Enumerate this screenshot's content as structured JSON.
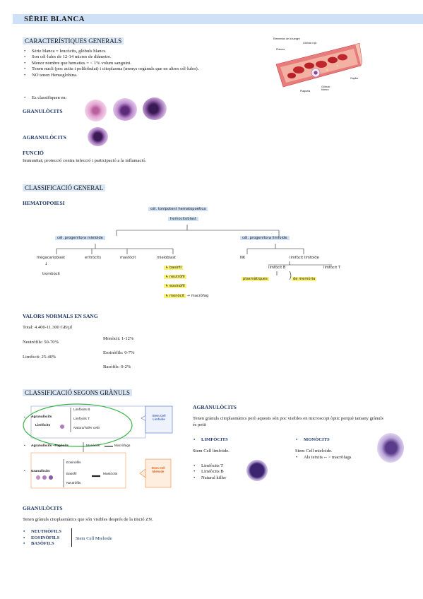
{
  "title": "SÈRIE BLANCA",
  "generals": {
    "heading": "CARACTERÍSTIQUES GENERALS",
    "bullets": [
      "Sèrie blanca = leucòcits, glòbuls blancs.",
      " Son cèl·lules de 12-14 micres de diàmetre.",
      "Menor nombre que hematies = < 1% volum sanguini.",
      "Tenen nucli (poc actiu i polilobulat) i citoplasma (menys orgànuls que en altres cèl·lules).",
      "NO tenen Hemoglobina."
    ],
    "classify": "Es classifiquen en:",
    "granulocits": "GRANULÒCITS",
    "agranulocits": "AGRANULÒCITS",
    "funcio_heading": "FUNCIÓ",
    "funcio_text": "Immunitat; protecció contra infecció i participació a la inflamació."
  },
  "vessel_labels": {
    "title": "Elementos de la sangre",
    "globulo_rojo": "Glóbulo rojo",
    "plasma": "Plasma",
    "capilar": "Capilar",
    "plaqueta": "Plaqueta",
    "globulo_blanco": "Glóbulo blanco"
  },
  "general_class": {
    "heading": "CLASSIFICACIÓ GENERAL",
    "sub": "HEMATOPOIESI",
    "root1": "cèl. tonipotent hematopoètica",
    "root2": "hemocitoblast",
    "left": "cèl. progenitora mieloide",
    "right": "cèl. progenitora limfoide",
    "m1": "megacarioblast",
    "m1b": "↓",
    "m1c": "trombòcit",
    "m2": "eritròcits",
    "m3": "mastòcit",
    "m4": "mieloblast",
    "m4a": "↳ basòfil",
    "m4b": "↳ neutròfil",
    "m4c": "↳ eosinòfil",
    "m4d": "↳ monòcit",
    "m4d2": "→ macròfag",
    "l1": "NK",
    "l2": "limfòcit limfoide",
    "l3": "limfòcit B",
    "l4": "limfòcit T",
    "l5": "plasmàtiques",
    "l6": "de memòria"
  },
  "valors": {
    "heading": "VALORS NORMALS EN SANG",
    "total": "Total: 4.400-11.300 GB/µl",
    "neut": "Neutròfils:  50-70%",
    "limf": "Limfòcit: 25-40%",
    "mono": "Monòcit: 1-12%",
    "eos": "Eosinòfils: 0-7%",
    "bas": "Basòfils: 0-2%"
  },
  "granuls": {
    "heading": "CLASSIFICACIÓ SEGONS GRÀNULS",
    "agr_label": "Agranulòcits",
    "limf_label": "Limfòcits",
    "lb": "Limfòcits B",
    "lt": "Limfòcits T",
    "nk": "Natural killer cells",
    "stem_limf": "Stem Cell Limfoide",
    "fago": "Agranulòcits –Fagòcits",
    "mono_arrow": "Monòcits",
    "macro": "Macròfags",
    "gran_label": "Granulòcits",
    "eos": "Eosinòfils",
    "bas": "Basòfil",
    "mast": "Mastòcits",
    "neut": "Neutròfils",
    "stem_mie": "Stem Cell Mieloide"
  },
  "agranulocits_sec": {
    "heading": "AGRANULÒCITS",
    "text": "Tenen grànuls citoplasmàtics però aquests són poc visibles en microscopi òptic perquè tamany grànuls és petit",
    "limf_heading": "LIMFÒCITS",
    "limf_text": "Stem Cell limfoide.",
    "limf_items": [
      "Limfòcits T",
      "Limfòcits B",
      "Natural killer"
    ],
    "mono_heading": "MONÒCITS",
    "mono_text": "Stem Cell mieloide.",
    "mono_items": [
      "Als teixits -- > macròfags"
    ]
  },
  "granulocits_sec": {
    "heading": "GRANULÒCITS",
    "text": "Tenen grànuls citoplasmàtics que són visibles després de la tinció ZN.",
    "items": [
      "NEUTRÒFILS",
      "EOSINÒFILS",
      "BASÒFILS"
    ],
    "stem": "Stem Cell Mieloide"
  },
  "colors": {
    "banner": "#cfe1f6",
    "heading_blue": "#1f3b6a",
    "highlight_yellow": "#fbf27a",
    "green_ellipse": "#39b54a",
    "orange": "#f08a3c"
  }
}
